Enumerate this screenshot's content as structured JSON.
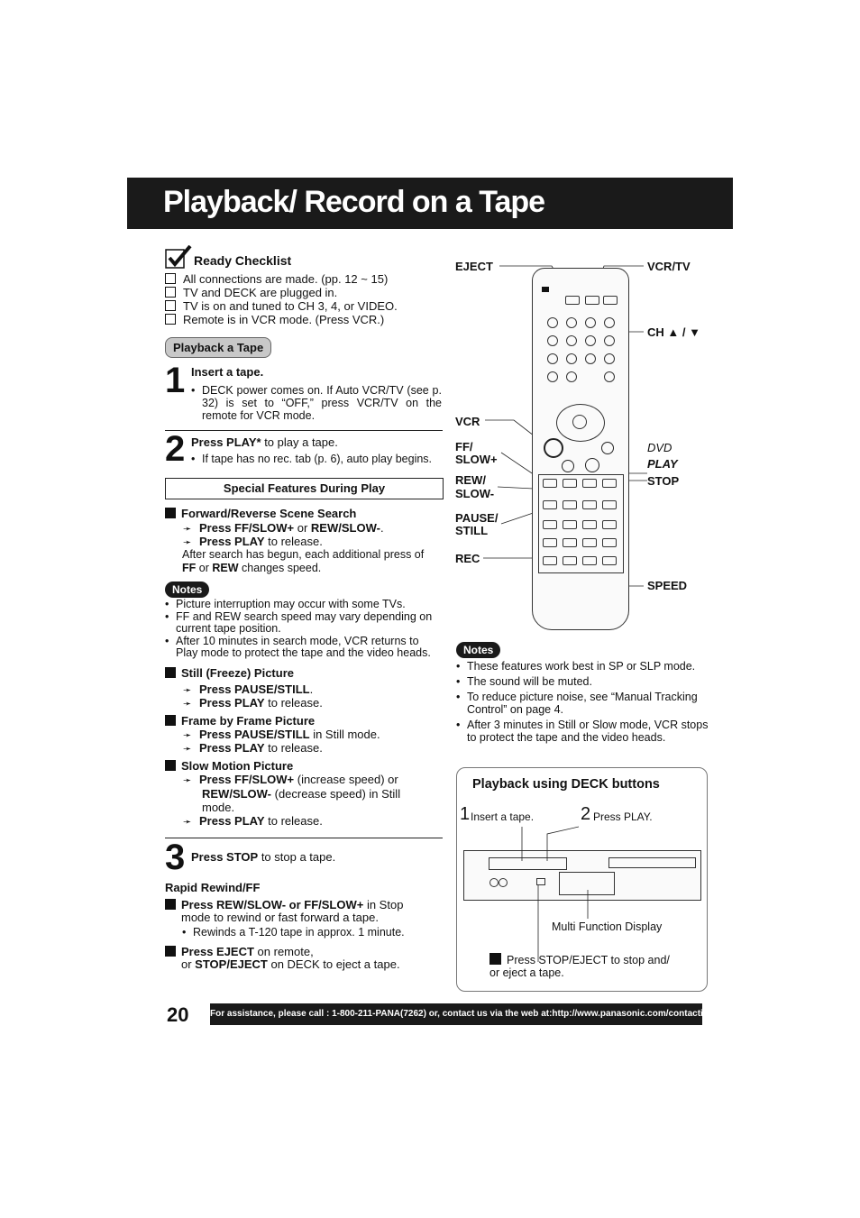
{
  "page_title": "Playback/ Record on a Tape",
  "checklist": {
    "title": "Ready Checklist",
    "items": [
      "All connections are made. (pp. 12 ~ 15)",
      "TV and DECK are plugged in.",
      "TV is on and tuned to CH 3, 4, or VIDEO.",
      "Remote is in VCR mode. (Press VCR.)"
    ]
  },
  "section_label": "Playback a Tape",
  "step1": {
    "num": "1",
    "title": "Insert a tape.",
    "note": "DECK power comes on. If Auto VCR/TV (see p. 32) is set to “OFF,” press VCR/TV on the remote for VCR mode."
  },
  "step2": {
    "num": "2",
    "title_bold": "Press PLAY*",
    "title_rest": " to play a tape.",
    "note": "If tape has no rec. tab (p. 6), auto play begins."
  },
  "special": {
    "heading": "Special Features During Play",
    "fwd": {
      "title": "Forward/Reverse Scene Search",
      "l1_b1": "Press FF/SLOW+",
      "l1_or": " or ",
      "l1_b2": "REW/SLOW-",
      "l1_end": ".",
      "l2_b": "Press PLAY",
      "l2_rest": " to release.",
      "after1": "After search has begun, each additional press of",
      "after_b1": "FF",
      "after_or": " or ",
      "after_b2": "REW",
      "after_end": " changes speed."
    }
  },
  "notes_label": "Notes",
  "notes1": [
    "Picture interruption may occur with some TVs.",
    "FF and REW search speed may vary depending on current tape position.",
    "After 10 minutes in search mode, VCR returns to Play mode to protect the tape and the video heads."
  ],
  "still": {
    "title": "Still (Freeze) Picture",
    "l1_b": "Press PAUSE/STILL",
    "l1_rest": ".",
    "l2_b": "Press PLAY",
    "l2_rest": " to release."
  },
  "frame": {
    "title": "Frame by Frame Picture",
    "l1_b": "Press PAUSE/STILL",
    "l1_rest": " in Still mode.",
    "l2_b": "Press PLAY",
    "l2_rest": " to release."
  },
  "slow": {
    "title": "Slow Motion Picture",
    "l1_b": "Press FF/SLOW+",
    "l1_rest": " (increase speed) or",
    "l2_b": "REW/SLOW-",
    "l2_rest": " (decrease speed) in Still",
    "l3": "mode.",
    "l4_b": "Press PLAY",
    "l4_rest": " to release."
  },
  "step3": {
    "num": "3",
    "title_b": "Press STOP",
    "title_rest": " to stop a tape."
  },
  "rapid": {
    "title": "Rapid Rewind/FF",
    "l1_b": "Press REW/SLOW- or FF/SLOW+",
    "l1_rest": " in Stop",
    "l2": "mode to rewind or fast forward a tape.",
    "note": "Rewinds a T-120 tape in approx. 1 minute."
  },
  "eject": {
    "l1_b": "Press EJECT",
    "l1_rest": " on remote,",
    "l2_pre": "or ",
    "l2_b": "STOP/EJECT",
    "l2_rest": " on DECK to eject a tape."
  },
  "remote_labels": {
    "eject": "EJECT",
    "vcrtv": "VCR/TV",
    "ch": "CH ▲ / ▼",
    "vcr": "VCR",
    "ff": "FF/",
    "ff2": "SLOW+",
    "dvd": "DVD",
    "play": "PLAY",
    "rew": "REW/",
    "rew2": "SLOW-",
    "stop": "STOP",
    "pause": "PAUSE/",
    "pause2": "STILL",
    "rec": "REC",
    "speed": "SPEED"
  },
  "notes2": [
    "These features work best in SP or SLP mode.",
    "The sound will be muted.",
    "To reduce picture noise, see “Manual Tracking Control” on page 4.",
    "After 3 minutes in Still or Slow mode, VCR stops to protect the tape and the video heads."
  ],
  "deck": {
    "title": "Playback using DECK buttons",
    "s1_num": "1",
    "s1_text": "Insert a tape.",
    "s2_num": "2",
    "s2_text": "Press PLAY.",
    "display": "Multi Function Display",
    "stop_text": "Press STOP/EJECT to stop and/ or eject a tape."
  },
  "page_number": "20",
  "footer": "For assistance, please call : 1-800-211-PANA(7262) or, contact us via the web at:http://www.panasonic.com/contactinfo"
}
